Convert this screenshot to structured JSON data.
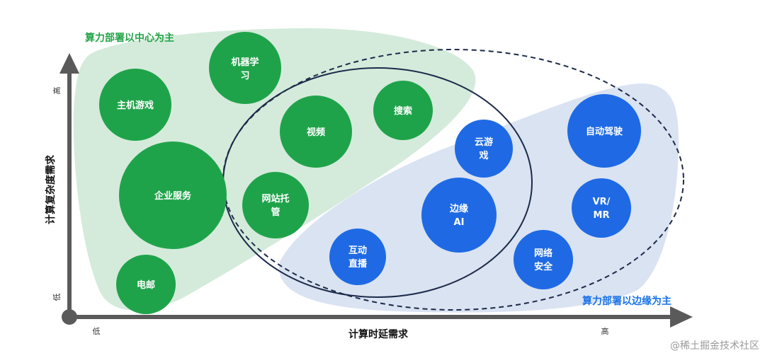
{
  "colors": {
    "green": "#1fa34a",
    "blue": "#1f6ae4",
    "green_region": "#cfe9d7",
    "blue_region": "#d6e0f1",
    "axis": "#5a5a5a"
  },
  "regions": {
    "center_label": "算力部署以中心为主",
    "edge_label": "算力部署以边缘为主"
  },
  "axes": {
    "x_label": "计算时延需求",
    "y_label": "计算复杂度需求",
    "x_low": "低",
    "x_high": "高",
    "y_low": "低",
    "y_high": "高"
  },
  "bubbles": {
    "machine_learning": {
      "line1": "机器学",
      "line2": "习"
    },
    "console_gaming": "主机游戏",
    "video": "视频",
    "search": "搜索",
    "enterprise_services": "企业服务",
    "web_hosting": {
      "line1": "网站托",
      "line2": "管"
    },
    "email": "电邮",
    "cloud_gaming": {
      "line1": "云游",
      "line2": "戏"
    },
    "autonomous_driving": "自动驾驶",
    "edge_ai": {
      "line1": "边缘",
      "line2": "AI"
    },
    "vr_mr": {
      "line1": "VR/",
      "line2": "MR"
    },
    "live_streaming": {
      "line1": "互动",
      "line2": "直播"
    },
    "network_security": {
      "line1": "网络",
      "line2": "安全"
    }
  },
  "watermark": "@稀土掘金技术社区"
}
